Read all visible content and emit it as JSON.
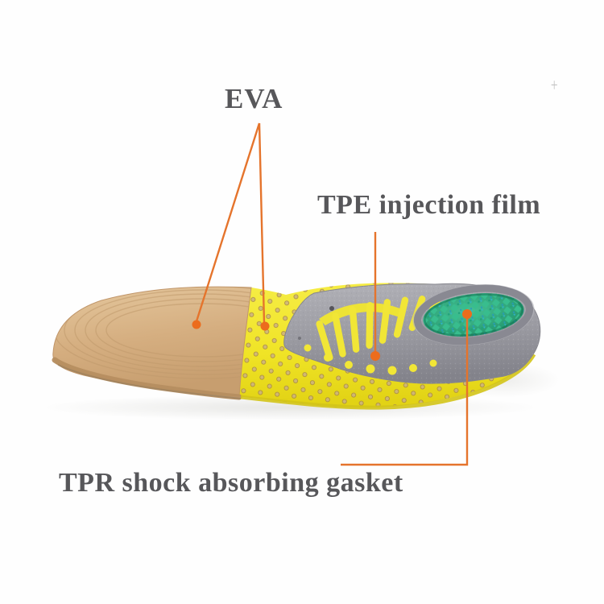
{
  "scene": {
    "description": "Annotated product photo of a layered orthotic shoe insole with material callouts",
    "background_color": "#fefefe",
    "corner_mark": "+"
  },
  "annotations": {
    "eva": {
      "label": "EVA",
      "targets": [
        "toe-section",
        "midfoot-section"
      ]
    },
    "tpe": {
      "label": "TPE injection film",
      "targets": [
        "arch-overlay"
      ]
    },
    "tpr": {
      "label": "TPR shock absorbing gasket",
      "targets": [
        "heel-pad"
      ]
    }
  },
  "parts": [
    {
      "name": "toe-section",
      "color": "#d9b78c"
    },
    {
      "name": "midfoot-section",
      "color": "#efe32b"
    },
    {
      "name": "arch-overlay",
      "color": "#9a9aa0"
    },
    {
      "name": "heel-pad",
      "color": "#2fae7e"
    }
  ],
  "colors": {
    "label_text": "#57575a",
    "leader_line": "#e5742c",
    "marker_dot": "#ec6c1d",
    "insole_beige": "#d9b78c",
    "insole_yellow": "#efe32b",
    "insole_gray": "#9a9aa0",
    "heel_pad_green": "#38bd8e",
    "heel_pad_teal": "#2fb3d2"
  }
}
